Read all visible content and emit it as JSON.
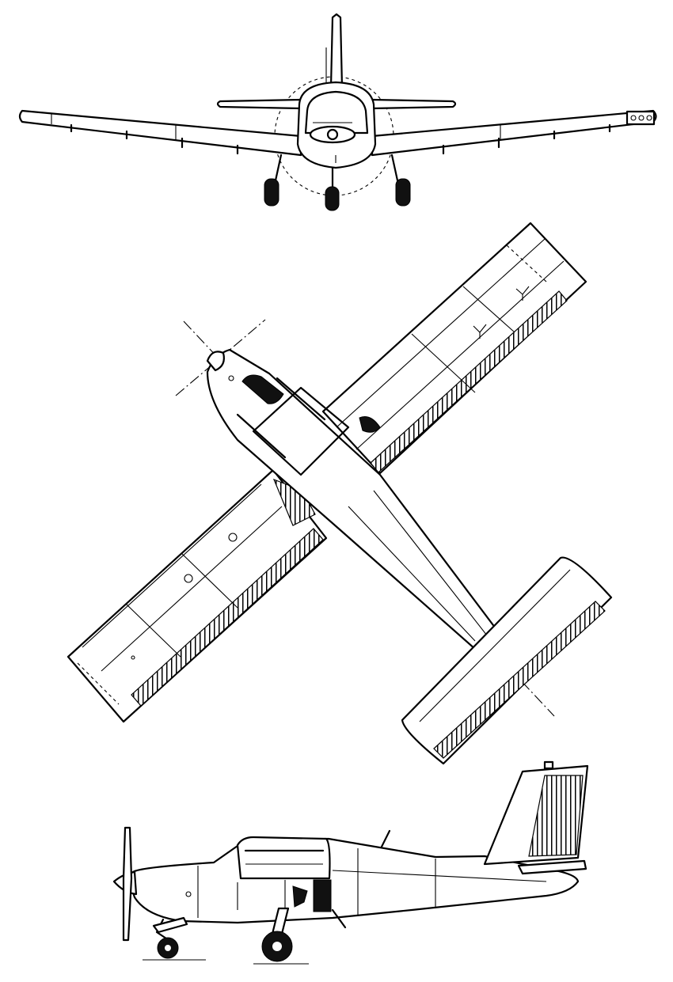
{
  "drawing": {
    "views": [
      {
        "name": "front-view"
      },
      {
        "name": "plan-view"
      },
      {
        "name": "side-view"
      }
    ]
  },
  "colors": {
    "line": "#000000",
    "background": "#ffffff"
  }
}
